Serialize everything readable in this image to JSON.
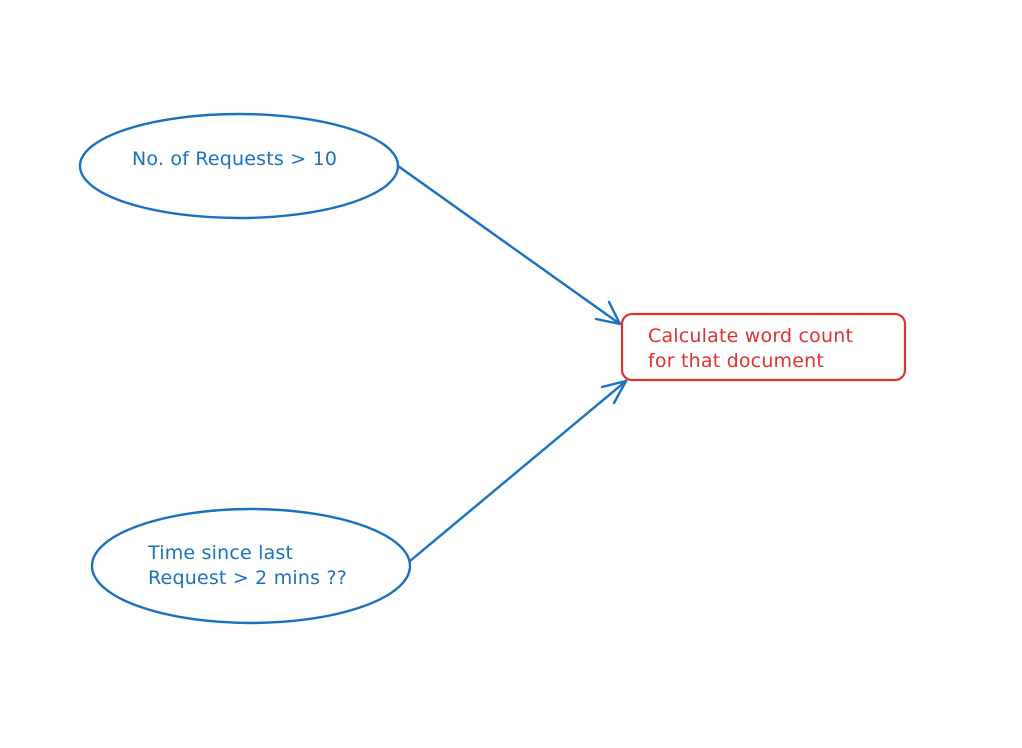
{
  "colors": {
    "condition": "#1971c2",
    "action": "#e03131",
    "background": "#ffffff"
  },
  "nodes": {
    "requests_condition": {
      "line1": "No. of Requests > 10"
    },
    "time_condition": {
      "line1": "Time since last",
      "line2": "Request > 2 mins ??"
    },
    "action": {
      "line1": "Calculate word count",
      "line2": "for that document"
    }
  }
}
